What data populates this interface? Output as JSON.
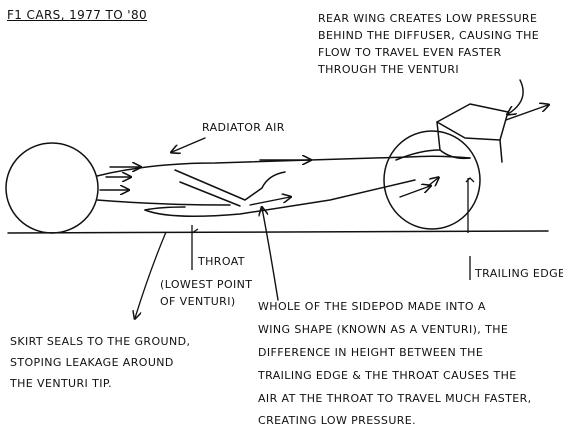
{
  "title": "F1 CARS, 1977 TO '80",
  "labels": {
    "rear_wing": [
      "REAR WING CREATES LOW PRESSURE",
      "BEHIND THE DIFFUSER, CAUSING THE",
      "FLOW TO TRAVEL EVEN FASTER",
      "THROUGH THE VENTURI"
    ],
    "radiator_air": "RADIATOR AIR",
    "throat": "THROAT",
    "lowest_point": [
      "(LOWEST POINT",
      "OF VENTURI)"
    ],
    "trailing_edge": "TRAILING EDGE",
    "skirt": [
      "SKIRT SEALS TO THE GROUND,",
      "STOPING LEAKAGE AROUND",
      "THE VENTURI TIP."
    ],
    "sidepod": [
      "WHOLE OF THE SIDEPOD MADE INTO A",
      "WING SHAPE (KNOWN AS A VENTURI), THE",
      "DIFFERENCE IN HEIGHT BETWEEN THE",
      "TRAILING EDGE & THE THROAT CAUSES THE",
      "AIR AT THE THROAT TO TRAVEL MUCH FASTER,",
      "CREATING LOW PRESSURE."
    ]
  }
}
